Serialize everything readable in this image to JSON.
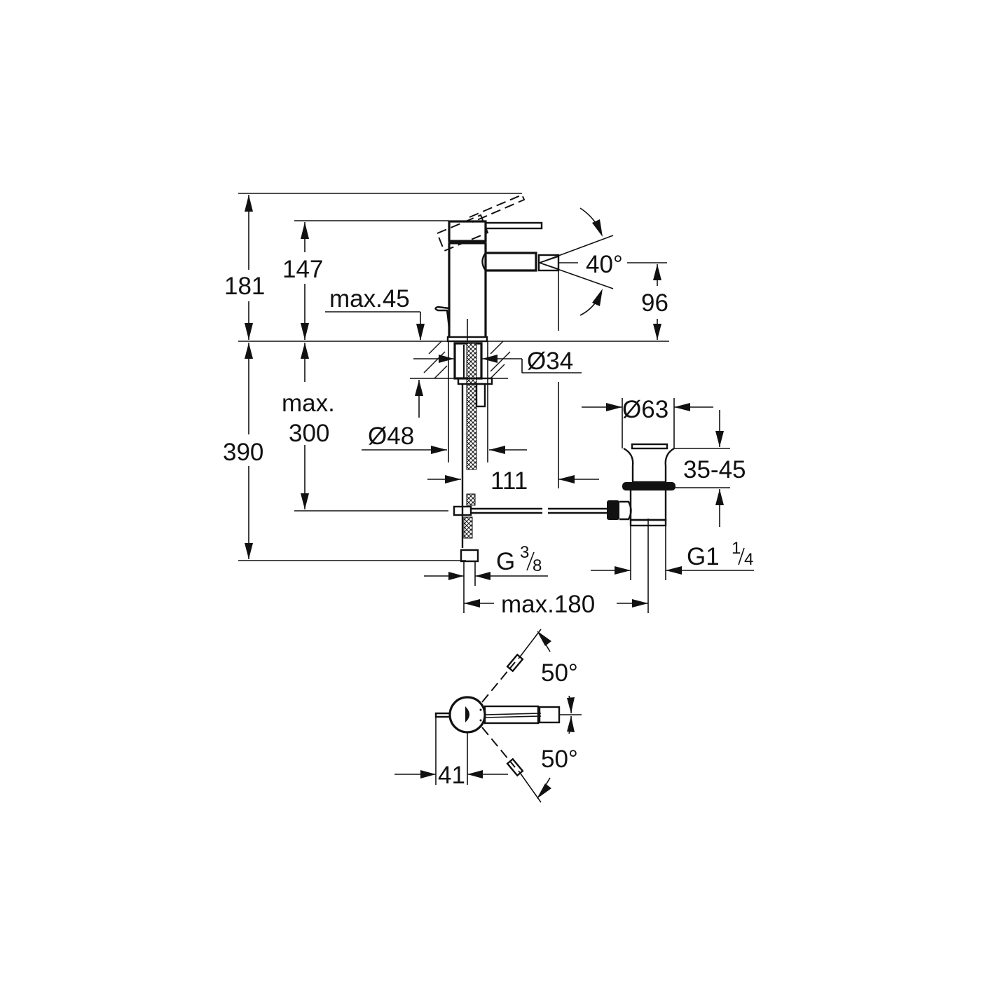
{
  "diagram": {
    "title": "Bidet mixer dimension drawing",
    "colors": {
      "line": "#111111",
      "background": "#ffffff"
    },
    "side_view": {
      "dimensions": {
        "total_height": "181",
        "body_height": "147",
        "max_deck_thickness": "max.45",
        "spout_angle": "40°",
        "spout_height": "96",
        "shank_diameter": "Ø34",
        "hole_diameter": "Ø48",
        "max_below_deck_label_1": "max.",
        "max_below_deck_label_2": "300",
        "below_deck_total": "390",
        "spout_reach": "111",
        "waste_diameter": "Ø63",
        "waste_depth": "35-45",
        "supply_thread_main": "G",
        "supply_thread_num": "3",
        "supply_thread_den": "8",
        "waste_thread_main": "G1",
        "waste_thread_num": "1",
        "waste_thread_den": "4",
        "max_rod_length": "max.180"
      }
    },
    "top_view": {
      "dimensions": {
        "upper_swivel_angle": "50°",
        "lower_swivel_angle": "50°",
        "handle_offset": "41"
      }
    }
  }
}
